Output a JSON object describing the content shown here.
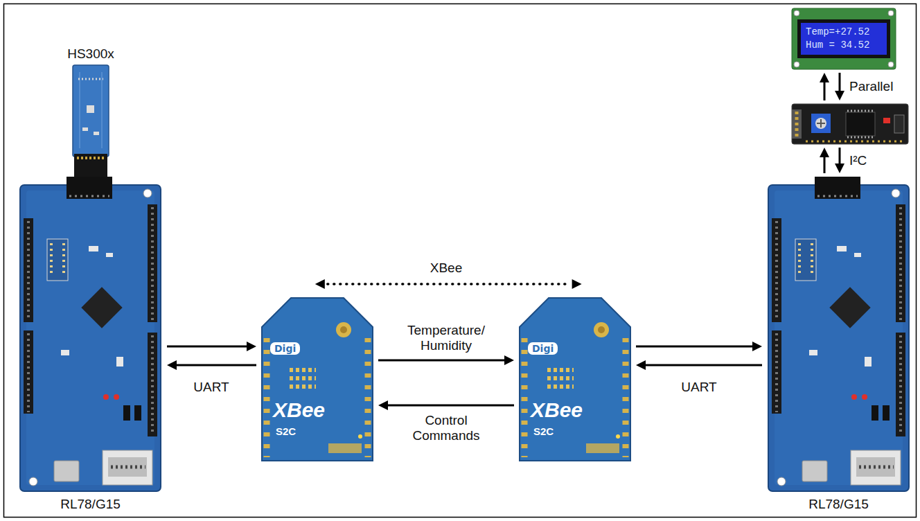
{
  "diagram": {
    "nodes": [
      {
        "text": [
          "HS300x"
        ]
      },
      {
        "text": [
          "RL78/G15"
        ]
      },
      {
        "text": [
          "Digi",
          "XBee",
          "S2C"
        ]
      },
      {
        "text": [
          "Digi",
          "XBee",
          "S2C"
        ]
      },
      {
        "text": [
          "RL78/G15"
        ]
      },
      {
        "text": []
      },
      {
        "text": [
          "Temp=+27.52",
          "Hum = 34.52"
        ]
      }
    ],
    "edges": [
      {
        "from": 1,
        "to": 2,
        "arrow": "to",
        "label": "UART"
      },
      {
        "from": 2,
        "to": 1,
        "arrow": "to"
      },
      {
        "from": 2,
        "to": 3,
        "arrow": "to",
        "label": "Temperature/ Humidity"
      },
      {
        "from": 3,
        "to": 2,
        "arrow": "to",
        "label": "Control Commands"
      },
      {
        "from": 2,
        "to": 3,
        "arrow": "both",
        "label": "XBee"
      },
      {
        "from": 3,
        "to": 4,
        "arrow": "to",
        "label": "UART"
      },
      {
        "from": 4,
        "to": 3,
        "arrow": "to"
      },
      {
        "from": 4,
        "to": 5,
        "arrow": "to",
        "label": "I²C"
      },
      {
        "from": 5,
        "to": 4,
        "arrow": "to"
      },
      {
        "from": 5,
        "to": 6,
        "arrow": "to",
        "label": "Parallel"
      },
      {
        "from": 6,
        "to": 5,
        "arrow": "to"
      }
    ]
  }
}
